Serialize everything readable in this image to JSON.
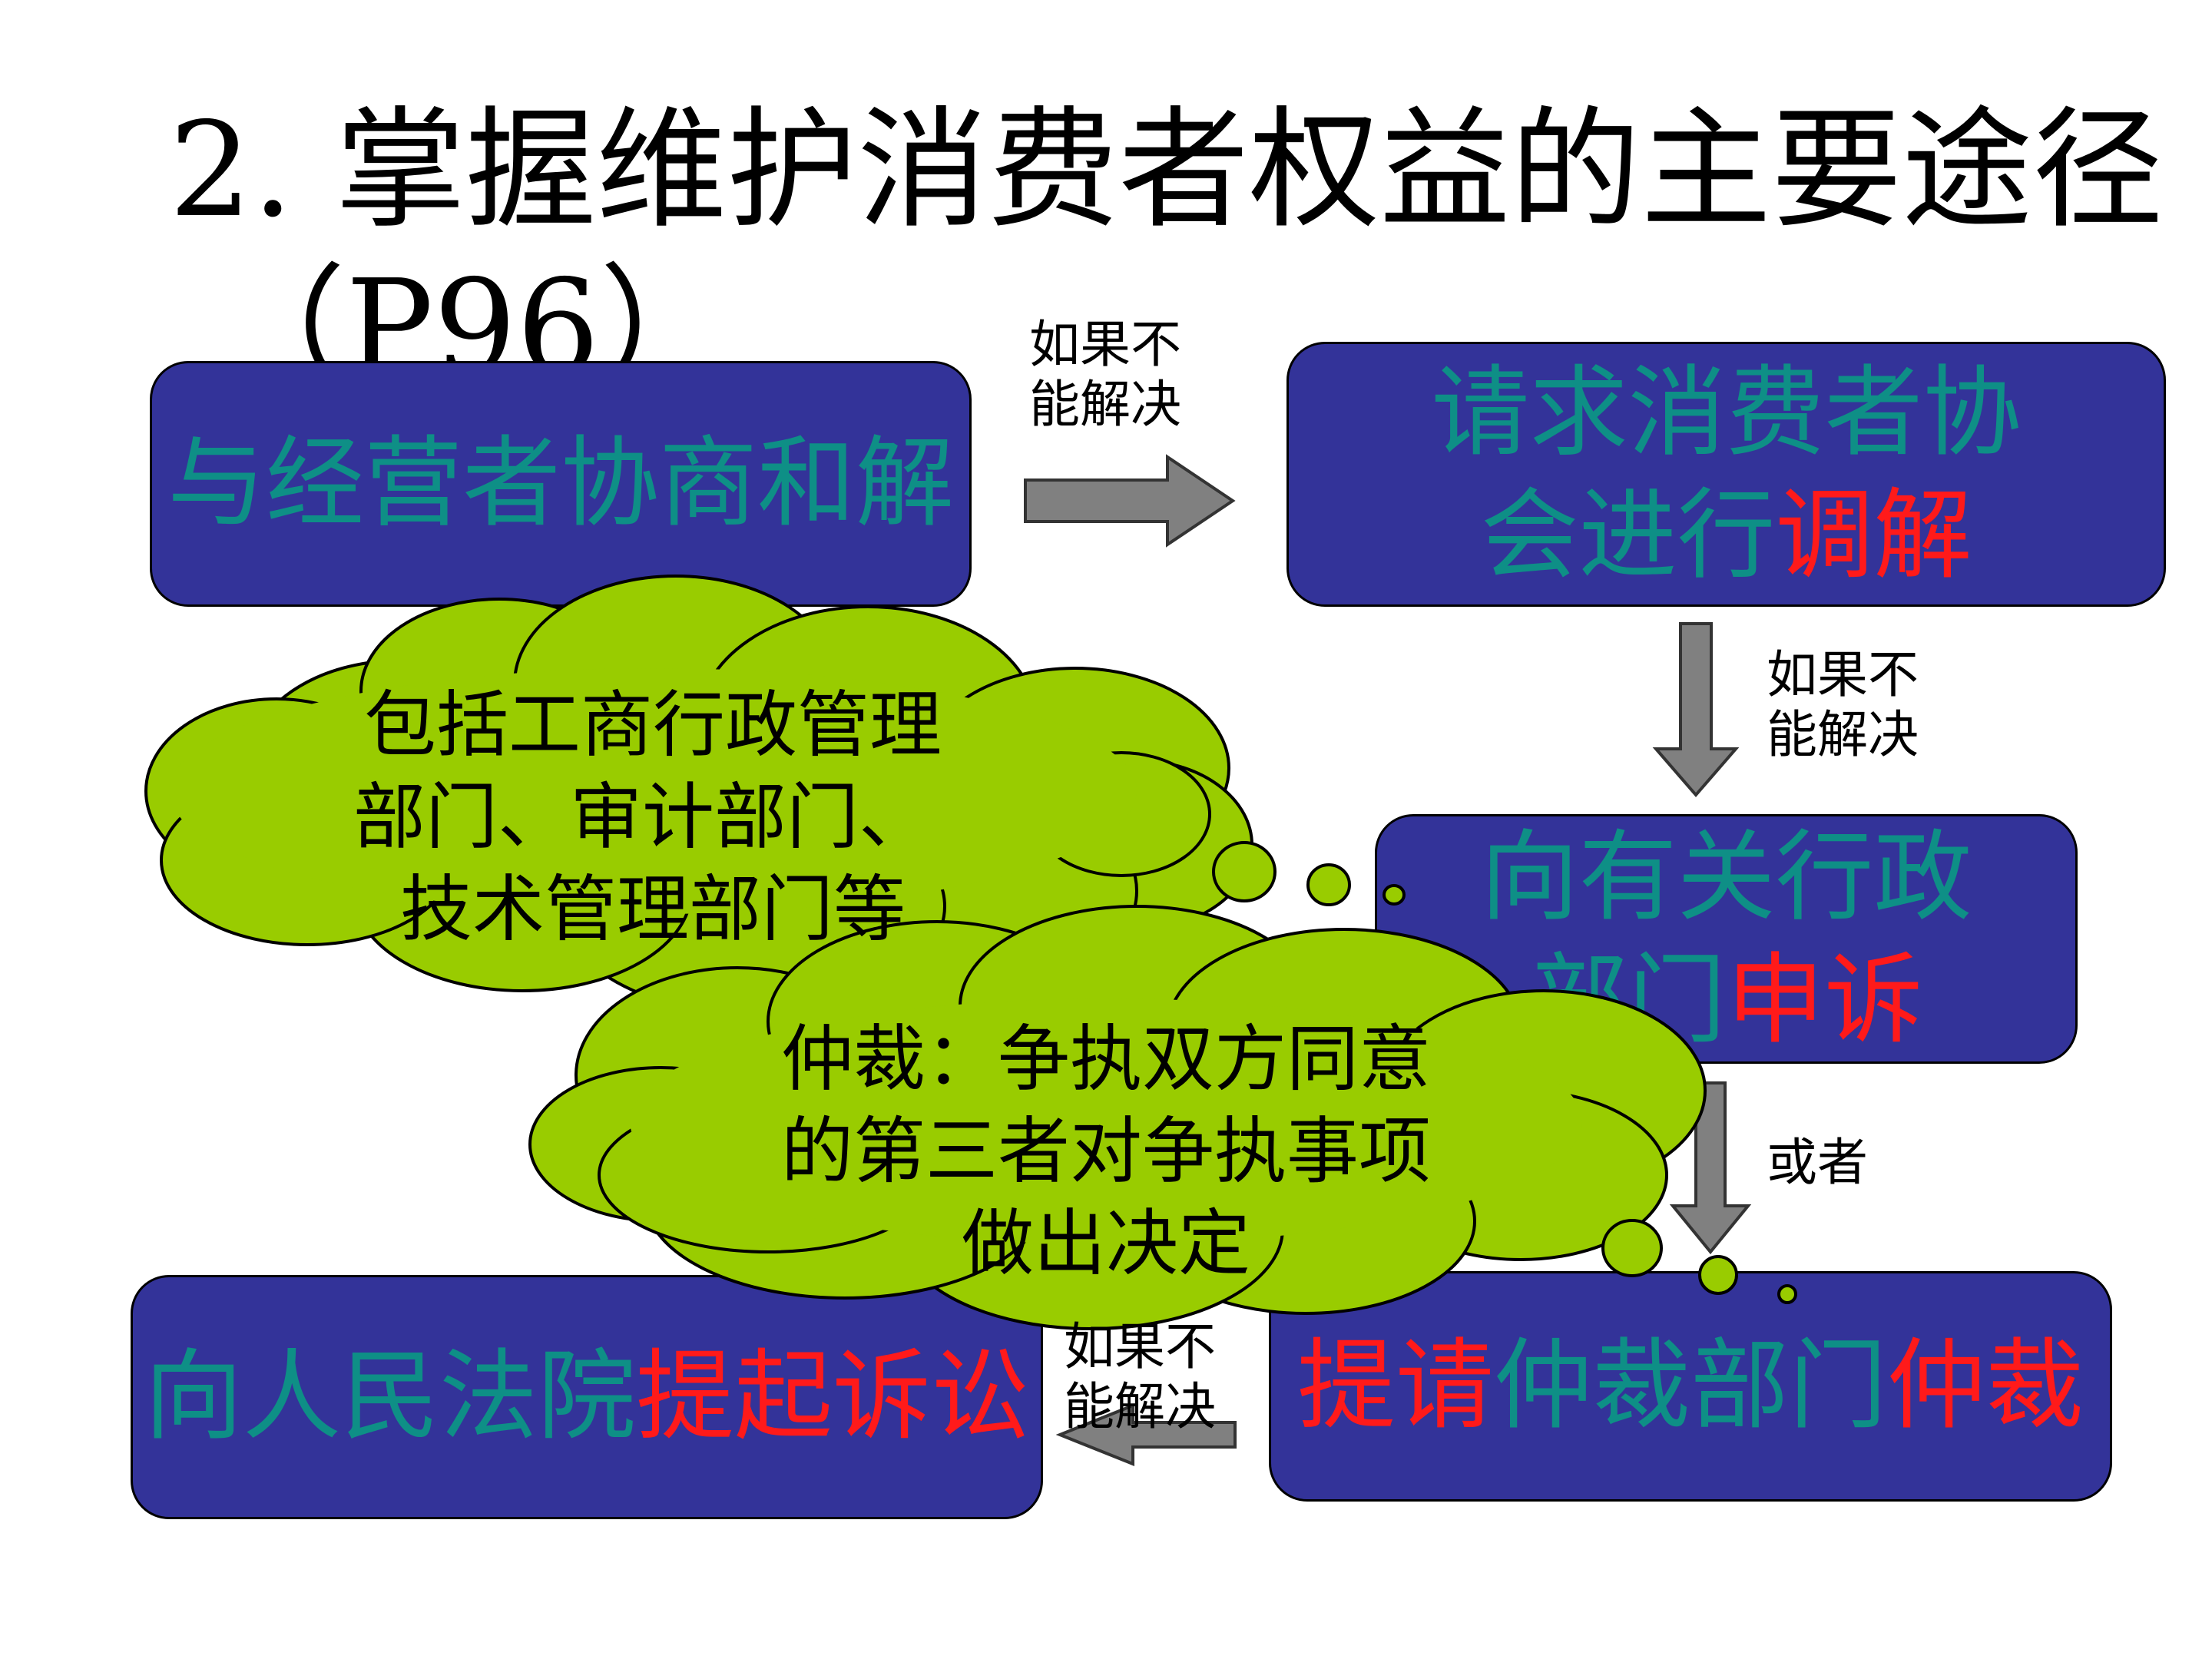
{
  "title": {
    "line1": "2. 掌握维护消费者权益的主要途径",
    "line2": "（P96）"
  },
  "boxes": {
    "negotiate": {
      "text": "与经营者协商和解"
    },
    "mediate": {
      "text_line1": "请求消费者协",
      "text_line2_a": "会进行",
      "text_line2_b": "调解"
    },
    "appeal": {
      "text_line1": "向有关行政",
      "text_line2_a": "部门",
      "text_line2_b": "申诉"
    },
    "arbitrate": {
      "text_a": "提请",
      "text_b": "仲裁部门",
      "text_c": "仲裁"
    },
    "lawsuit": {
      "text_a": "向人民法院",
      "text_b": "提起诉讼"
    }
  },
  "arrow_labels": {
    "first_line1": "如果不",
    "first_line2": "能解决",
    "second_line1": "如果不",
    "second_line2": "能解决",
    "or": "或者",
    "third_line1": "如果不",
    "third_line2": "能解决"
  },
  "clouds": {
    "admin_depts": {
      "line1": "包括工商行政管理",
      "line2": "部门、审计部门、",
      "line3": "技术管理部门等"
    },
    "arbitration_def": {
      "line1": "仲裁：争执双方同意",
      "line2": "的第三者对争执事项",
      "line3": "做出决定"
    }
  },
  "colors": {
    "box_fill": "#333399",
    "box_text": "#0e8f86",
    "highlight": "#ff1a1a",
    "cloud_fill": "#99cc00",
    "arrow_fill": "#808080"
  }
}
